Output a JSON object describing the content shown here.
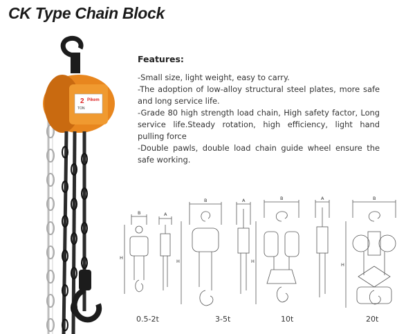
{
  "title": "CK Type Chain Block",
  "product": {
    "capacity": "2",
    "unit": "TON",
    "brand": "Pikem"
  },
  "features": {
    "heading": "Features:",
    "items": [
      "-Small size, light weight, easy to carry.",
      "-The adoption of low-alloy structural steel plates, more safe and long service life.",
      "-Grade 80 high strength load chain, High safety factor, Long service life.Steady rotation, high efficiency, light hand pulling force",
      "-Double pawls, double load chain guide wheel ensure the safe working."
    ]
  },
  "diagrams": {
    "dim_b": "B",
    "dim_a": "A",
    "dim_h": "H",
    "labels": [
      "0.5-2t",
      "3-5t",
      "10t",
      "20t"
    ]
  },
  "colors": {
    "body_orange": "#e8861e",
    "chain_dark": "#2a2a2a",
    "chain_silver": "#c8c8c8",
    "line_drawing": "#555555"
  }
}
